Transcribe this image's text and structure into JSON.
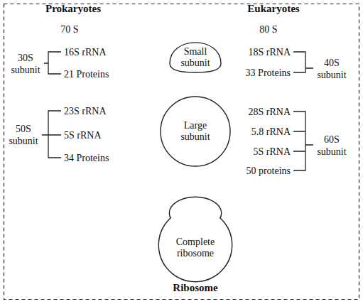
{
  "diagram": {
    "title": "Ribosome",
    "nodes": [
      {
        "text": [
          "Small subunit"
        ]
      },
      {
        "text": [
          "Large subunit"
        ]
      },
      {
        "text": [
          "Complete ribosome"
        ]
      }
    ],
    "labels": [
      "Prokaryotes",
      "Eukaryotes",
      "70 S",
      "80 S",
      "30S subunit",
      "16S rRNA",
      "21 Proteins",
      "18S rRNA",
      "33 Proteins",
      "40S subunit",
      "50S subunit",
      "23S rRNA",
      "5S rRNA",
      "34 Proteins",
      "28S rRNA",
      "5.8 rRNA",
      "5S rRNA",
      "50 proteins",
      "60S subunit"
    ]
  }
}
